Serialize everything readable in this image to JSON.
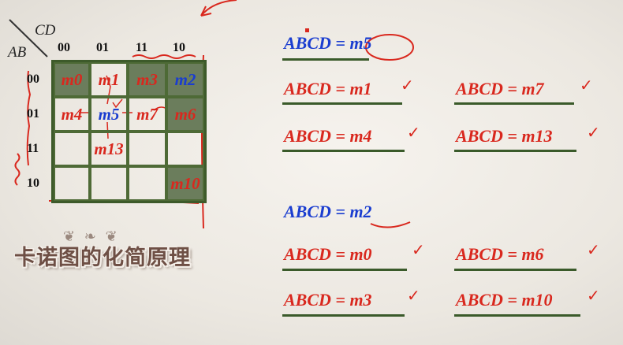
{
  "kmap": {
    "corner_top": "CD",
    "corner_left": "AB",
    "col_headers": [
      "00",
      "01",
      "11",
      "10"
    ],
    "row_headers": [
      "00",
      "01",
      "11",
      "10"
    ],
    "cells": [
      [
        "m0",
        "m1",
        "m3",
        "m2"
      ],
      [
        "m4",
        "m5",
        "m7",
        "m6"
      ],
      [
        "",
        "m13",
        "",
        ""
      ],
      [
        "",
        "",
        "",
        "m10"
      ]
    ]
  },
  "title": "卡诺图的化简原理",
  "expressions": {
    "group1_head": "ABCD = m5",
    "group1": [
      "ABCD = m1",
      "ABCD = m7",
      "ABCD = m4",
      "ABCD = m13"
    ],
    "group2_head": "ABCD = m2",
    "group2": [
      "ABCD = m0",
      "ABCD = m6",
      "ABCD = m3",
      "ABCD = m10"
    ]
  },
  "colors": {
    "red": "#d9281e",
    "blue": "#1a3dd0",
    "green": "#3d5a2a",
    "shade": "#6b7d5c"
  }
}
